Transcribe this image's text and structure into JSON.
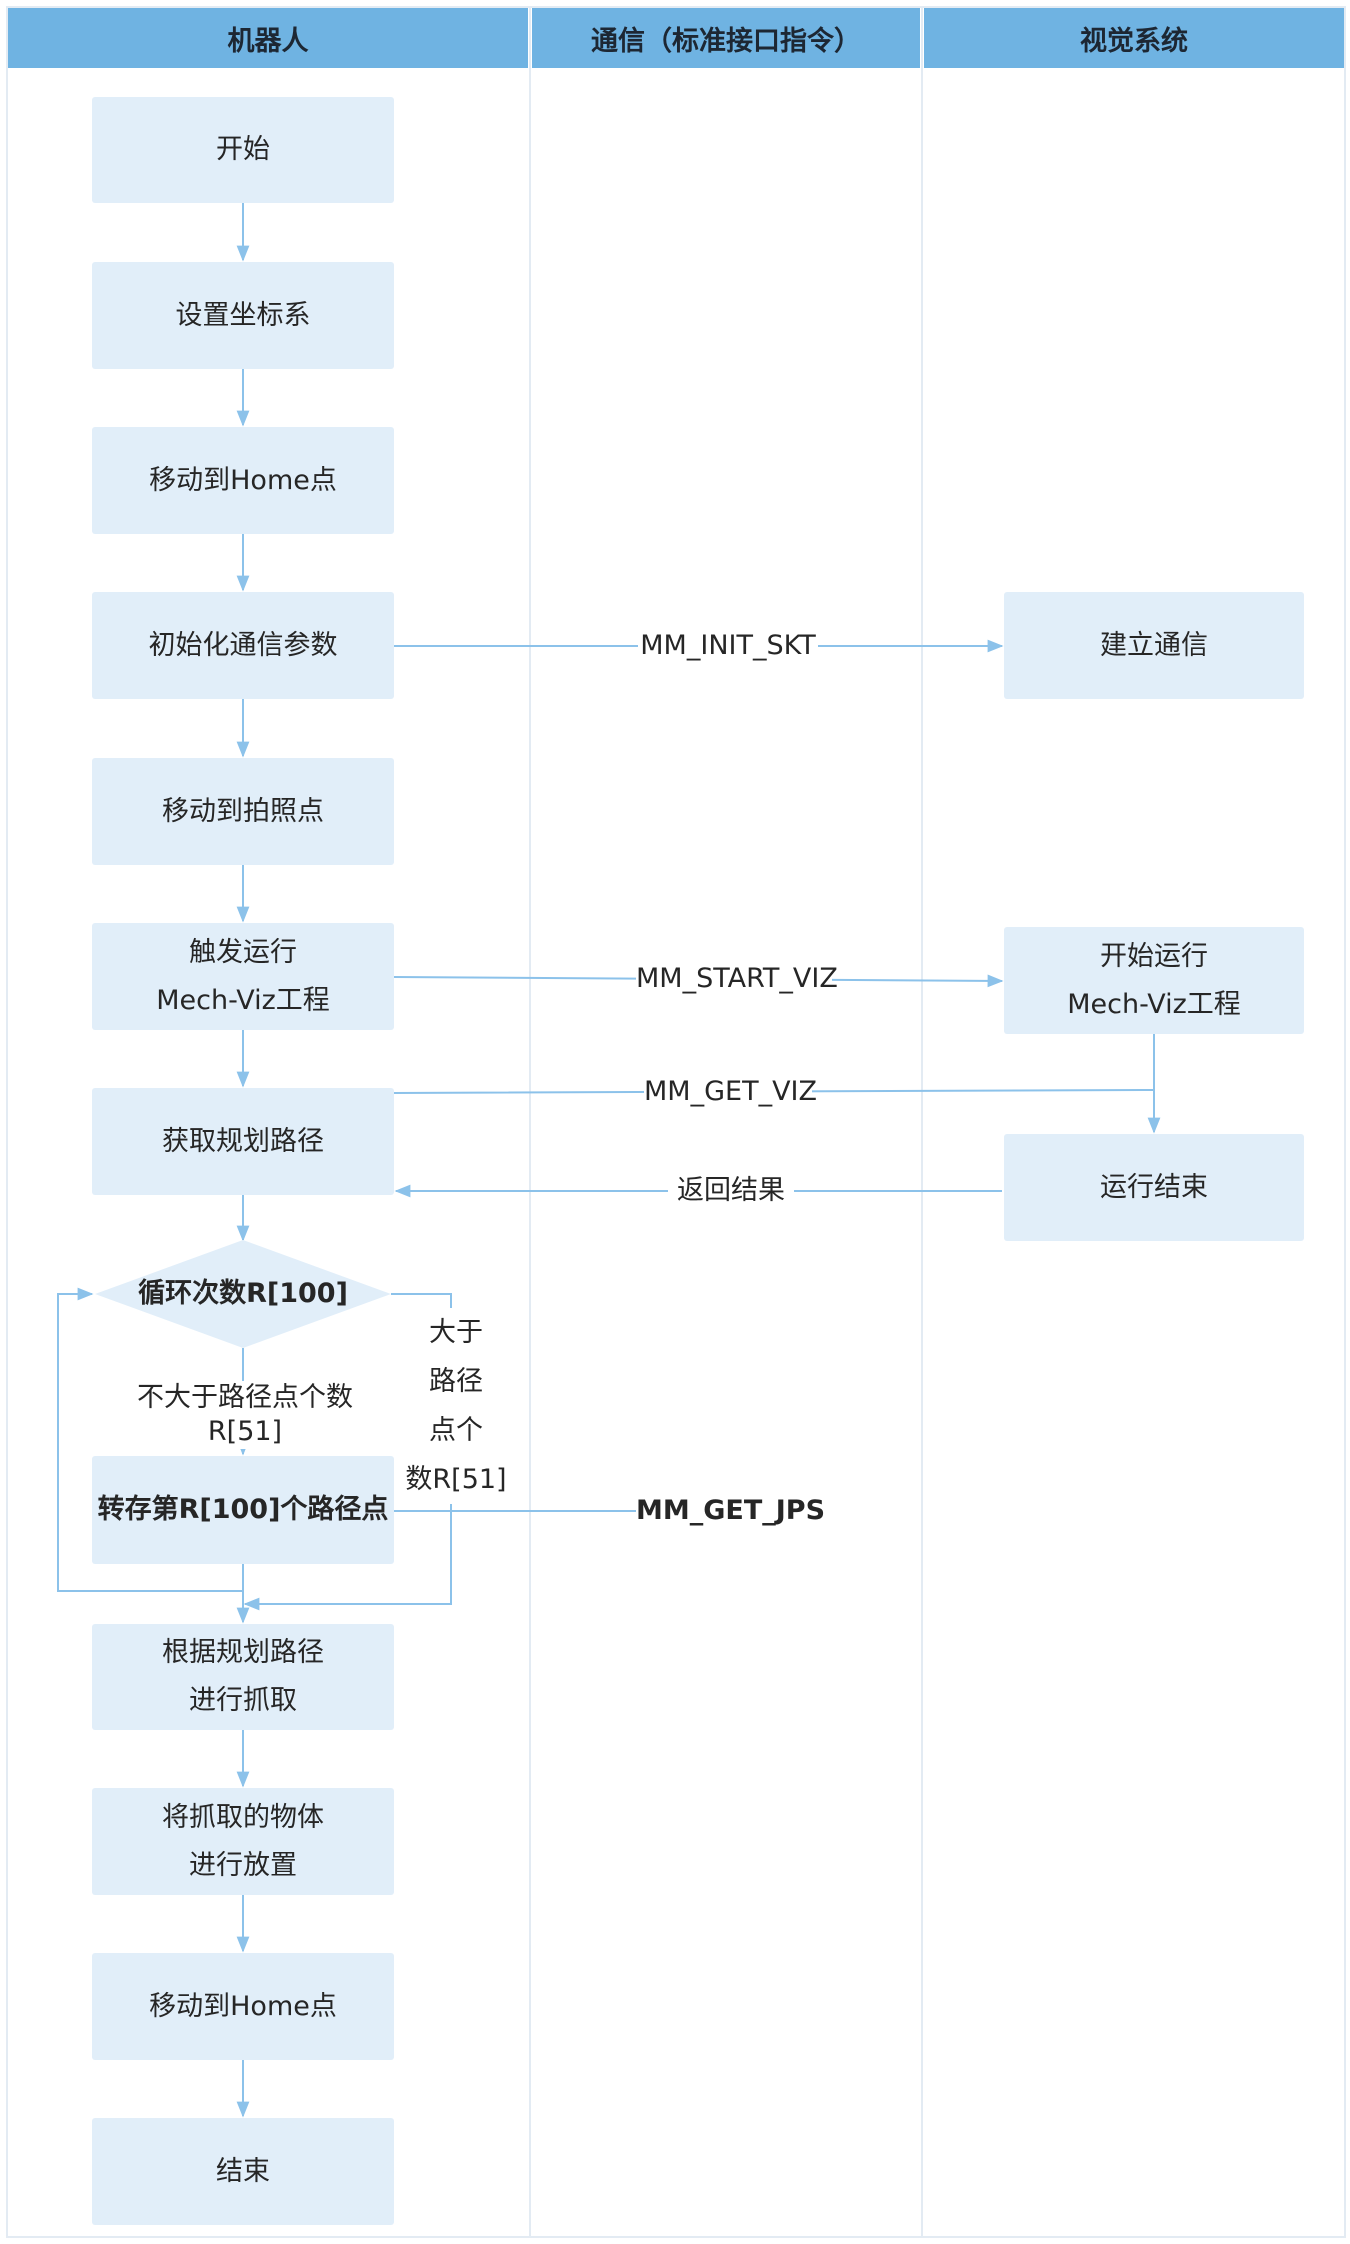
{
  "lanes": {
    "robot": "机器人",
    "communication": "通信（标准接口指令）",
    "vision": "视觉系统"
  },
  "robot_steps": {
    "start": "开始",
    "set_coord": "设置坐标系",
    "move_home_1": "移动到Home点",
    "init_comm": "初始化通信参数",
    "move_photo": "移动到拍照点",
    "trigger_run": "触发运行\nMech-Viz工程",
    "get_path": "获取规划路径",
    "loop": "循环次数R[100]",
    "store_point": "转存第R[100]个路径点",
    "grab": "根据规划路径\n进行抓取",
    "place": "将抓取的物体\n进行放置",
    "move_home_2": "移动到Home点",
    "end": "结束"
  },
  "vision_steps": {
    "build_comm": "建立通信",
    "start_run": "开始运行\nMech-Viz工程",
    "run_end": "运行结束"
  },
  "commands": {
    "init_skt": "MM_INIT_SKT",
    "start_viz": "MM_START_VIZ",
    "get_viz": "MM_GET_VIZ",
    "return_result": "返回结果",
    "get_jps": "MM_GET_JPS"
  },
  "branch_labels": {
    "not_greater": "不大于路径点个数R[51]",
    "greater": "大于\n路径\n点个\n数R[51]"
  },
  "colors": {
    "header_bg": "#6fb3e2",
    "node_bg": "#e1eef9",
    "edge": "#8cc2ea",
    "lane_border": "#e3ebf3"
  }
}
